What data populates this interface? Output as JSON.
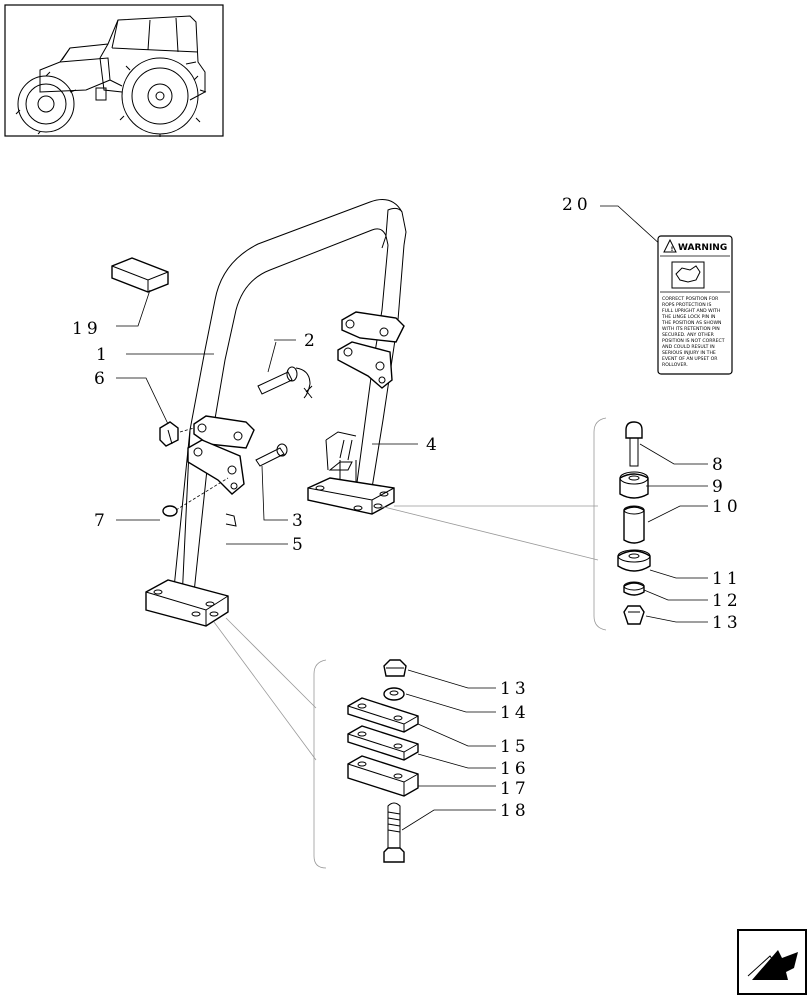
{
  "callouts": [
    {
      "id": "c1",
      "label": "1"
    },
    {
      "id": "c2",
      "label": "2"
    },
    {
      "id": "c3",
      "label": "3"
    },
    {
      "id": "c4",
      "label": "4"
    },
    {
      "id": "c5",
      "label": "5"
    },
    {
      "id": "c6",
      "label": "6"
    },
    {
      "id": "c7",
      "label": "7"
    },
    {
      "id": "c8",
      "label": "8"
    },
    {
      "id": "c9",
      "label": "9"
    },
    {
      "id": "c10",
      "label": "10"
    },
    {
      "id": "c11",
      "label": "11"
    },
    {
      "id": "c12",
      "label": "12"
    },
    {
      "id": "c13a",
      "label": "13"
    },
    {
      "id": "c13b",
      "label": "13"
    },
    {
      "id": "c14",
      "label": "14"
    },
    {
      "id": "c15",
      "label": "15"
    },
    {
      "id": "c16",
      "label": "16"
    },
    {
      "id": "c17",
      "label": "17"
    },
    {
      "id": "c18",
      "label": "18"
    },
    {
      "id": "c19",
      "label": "19"
    },
    {
      "id": "c20",
      "label": "20"
    }
  ],
  "warning_decal": {
    "title": "WARNING",
    "lines": [
      "CORRECT POSITION FOR",
      "ROPS PROTECTION IS",
      "FULL UPRIGHT AND WITH",
      "THE LINGE LOCK PIN IN",
      "THE POSITION AS SHOWN",
      "WITH ITS RETENTION PIN",
      "SECURED. ANY OTHER",
      "POSITION IS NOT CORRECT",
      "AND COULD RESULT IN",
      "SERIOUS INJURY IN THE",
      "EVENT OF AN UPSET OR",
      "ROLLOVER."
    ]
  },
  "icons": {
    "thumbnail": "tractor-thumbnail-icon",
    "nav": "next-page-arrow-icon"
  }
}
